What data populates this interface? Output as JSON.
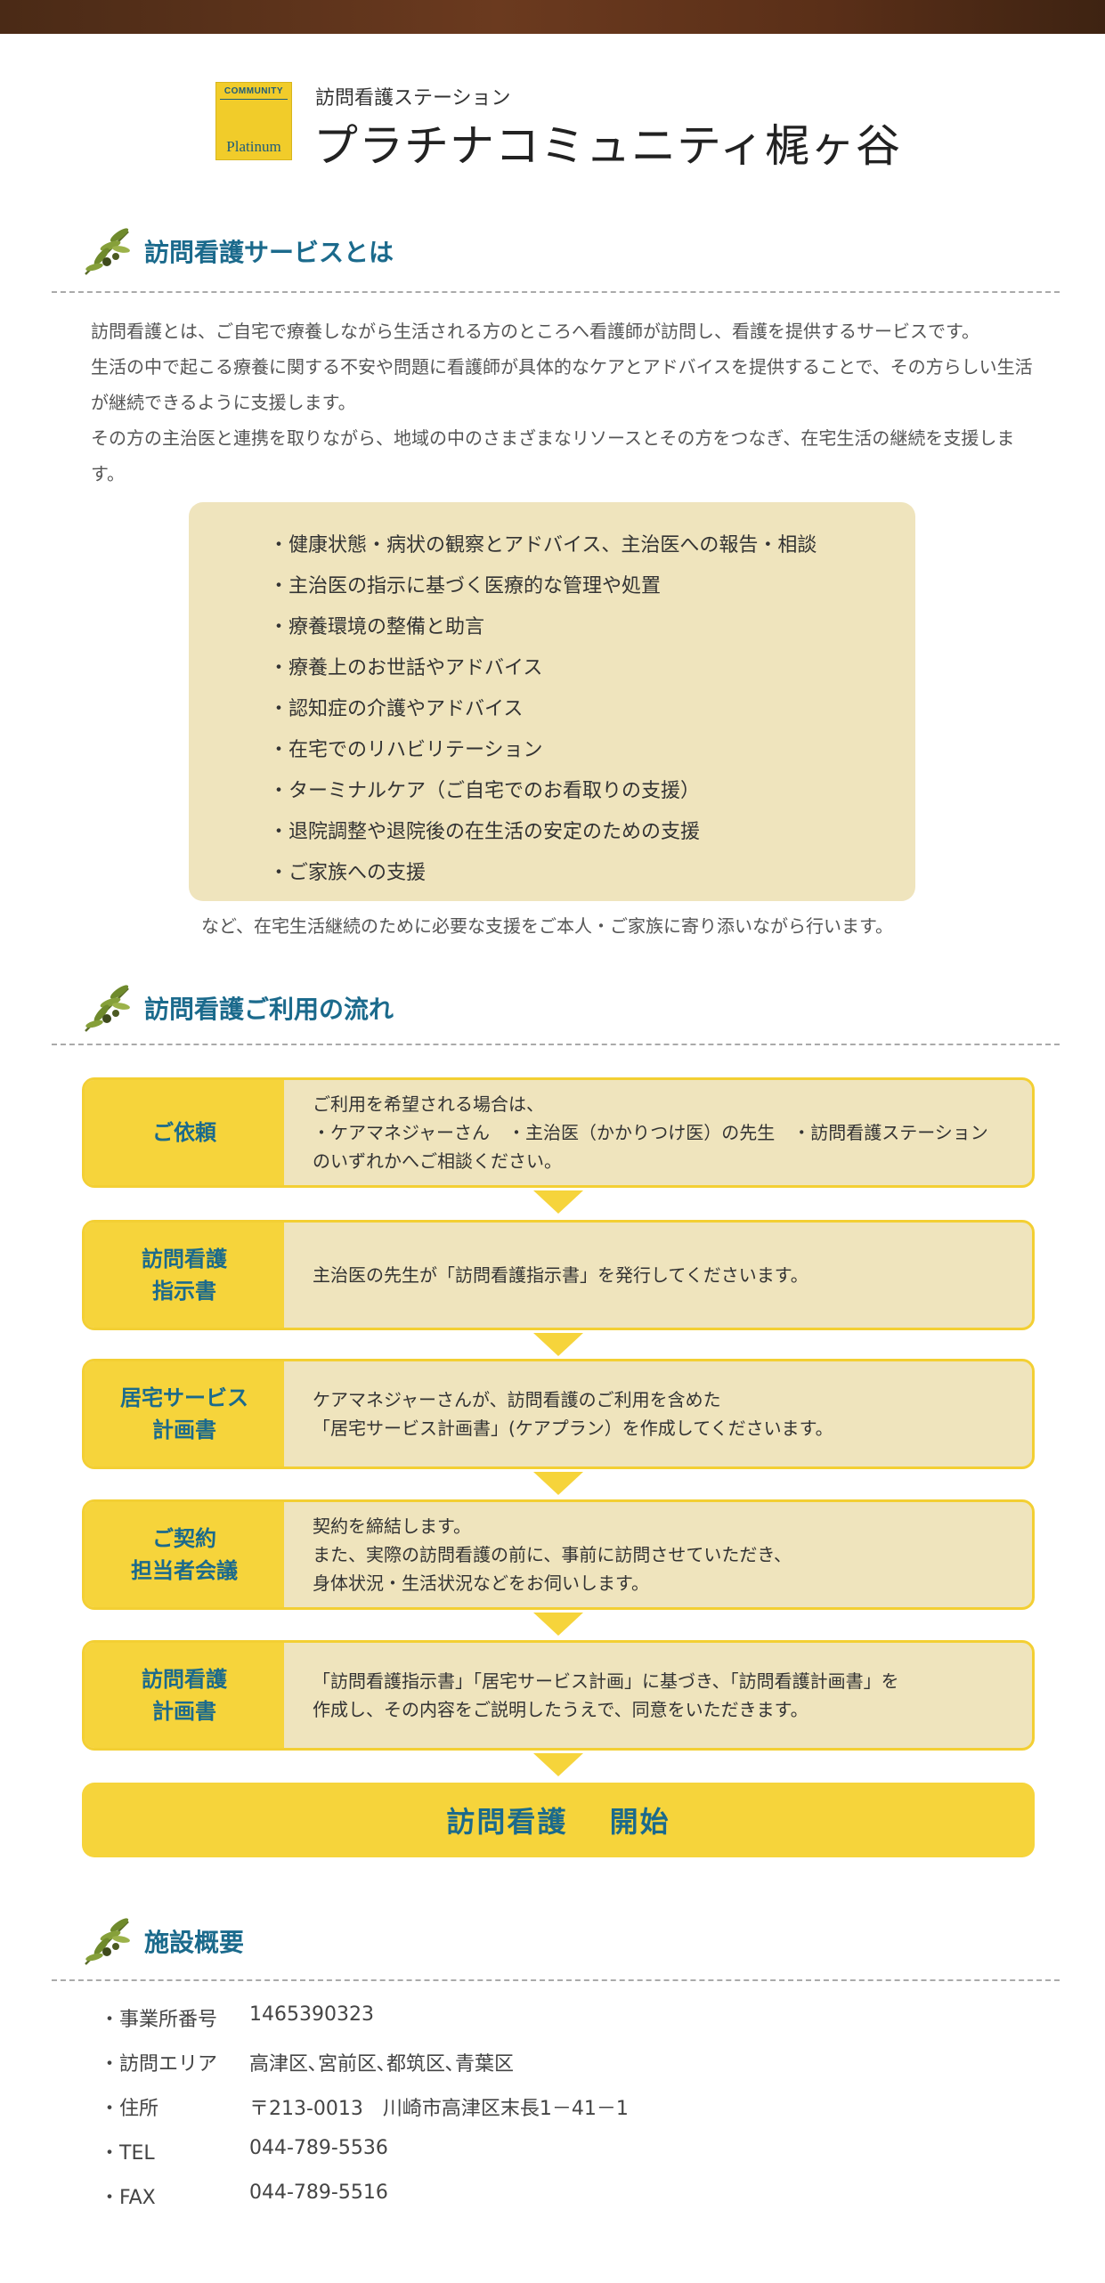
{
  "header": {
    "logo_top": "COMMUNITY",
    "logo_bottom": "Platinum",
    "subtitle": "訪問看護ステーション",
    "title": "プラチナコミュニティ梶ヶ谷"
  },
  "section1": {
    "heading": "訪問看護サービスとは",
    "paragraphs": [
      "訪問看護とは、ご自宅で療養しながら生活される方のところへ看護師が訪問し、看護を提供するサービスです。",
      "生活の中で起こる療養に関する不安や問題に看護師が具体的なケアとアドバイスを提供することで、その方らしい生活が継続できるように支援します。",
      "その方の主治医と連携を取りながら、地域の中のさまざまなリソースとその方をつなぎ、在宅生活の継続を支援します。"
    ],
    "services": [
      "・健康状態・病状の観察とアドバイス、主治医への報告・相談",
      "・主治医の指示に基づく医療的な管理や処置",
      "・療養環境の整備と助言",
      "・療養上のお世話やアドバイス",
      "・認知症の介護やアドバイス",
      "・在宅でのリハビリテーション",
      "・ターミナルケア（ご自宅でのお看取りの支援）",
      "・退院調整や退院後の在生活の安定のための支援",
      "・ご家族への支援"
    ],
    "note": "など、在宅生活継続のために必要な支援をご本人・ご家族に寄り添いながら行います。"
  },
  "section2": {
    "heading": "訪問看護ご利用の流れ",
    "steps": [
      {
        "label": [
          "ご依頼"
        ],
        "text": [
          "ご利用を希望される場合は、",
          "・ケアマネジャーさん　・主治医（かかりつけ医）の先生　・訪問看護ステーション",
          "のいずれかへご相談ください。"
        ]
      },
      {
        "label": [
          "訪問看護",
          "指示書"
        ],
        "text": [
          "主治医の先生が「訪問看護指示書」を発行してくださいます。"
        ]
      },
      {
        "label": [
          "居宅サービス",
          "計画書"
        ],
        "text": [
          "ケアマネジャーさんが、訪問看護のご利用を含めた",
          "「居宅サービス計画書」(ケアプラン）を作成してくださいます。"
        ]
      },
      {
        "label": [
          "ご契約",
          "担当者会議"
        ],
        "text": [
          "契約を締結します。",
          "また、実際の訪問看護の前に、事前に訪問させていただき、",
          "身体状況・生活状況などをお伺いします。"
        ]
      },
      {
        "label": [
          "訪問看護",
          "計画書"
        ],
        "text": [
          "「訪問看護指示書」「居宅サービス計画」に基づき、「訪問看護計画書」を",
          "作成し、その内容をご説明したうえで、同意をいただきます。"
        ]
      }
    ],
    "start": "訪問看護　 開始"
  },
  "section3": {
    "heading": "施設概要",
    "rows": [
      {
        "key": "・事業所番号",
        "value": "1465390323"
      },
      {
        "key": "・訪問エリア",
        "value": "高津区､宮前区､都筑区､青葉区"
      },
      {
        "key": "・住所",
        "value": "〒213-0013　川崎市高津区末長1－41－1"
      },
      {
        "key": "・TEL",
        "value": "044-789-5536"
      },
      {
        "key": "・FAX",
        "value": "044-789-5516"
      }
    ]
  },
  "colors": {
    "heading_blue": "#1b6a8c",
    "yellow": "#f6d43b",
    "beige": "#efe4bd",
    "topbar_brown": "#5a2f18"
  },
  "icons": [
    "olive-branch-icon"
  ]
}
